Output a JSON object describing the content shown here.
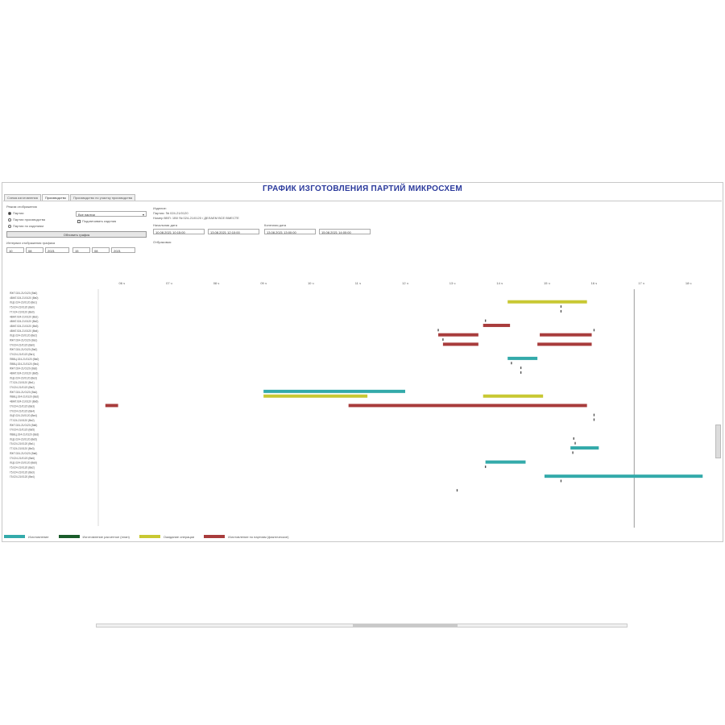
{
  "title": "ГРАФИК ИЗГОТОВЛЕНИЯ ПАРТИЙ МИКРОСХЕМ",
  "tabs": [
    "Схема изготовления",
    "Производство",
    "Производство по участку производства"
  ],
  "left_panel": {
    "group_label": "Режим отображения",
    "radio_options": [
      {
        "label": "Партии",
        "selected": true
      },
      {
        "label": "Партии производства",
        "selected": false
      },
      {
        "label": "Партии по изделиям",
        "selected": false
      }
    ],
    "select_value": "Все партии",
    "checkbox_label": "Подсвечивать изделия",
    "refresh_button": "Обновить график",
    "range_label": "Интервал отображения графика",
    "range_fields": [
      "10",
      "08",
      "2021",
      "15",
      "08",
      "2021"
    ]
  },
  "info_panel": {
    "lines": [
      "Изделие:",
      "Партия: № 024-21/0120",
      "Номер ВВП: 1В0 № 024-21/0120 / ДЕЛАЕМ ВСЕ ВМЕСТЕ"
    ],
    "start_label": "Начальная дата",
    "end_label": "Конечная дата",
    "date_fields": [
      "10.08.2021 10:15:00",
      "13.08.2021 12:10:00",
      "13.08.2021 13:00:00",
      "15.08.2021 14:00:00"
    ],
    "note_label": "Отбраковка:"
  },
  "legend": [
    {
      "label": "Изготовление",
      "color": "#33aaaa"
    },
    {
      "label": "Изготовление расчетное (план)",
      "color": "#1a5c2a"
    },
    {
      "label": "Ожидание операции",
      "color": "#c8c832"
    },
    {
      "label": "Изготовление по партиям (фактическое)",
      "color": "#a83c3c"
    }
  ],
  "chart_data": {
    "type": "gantt",
    "x_ticks": [
      "06 ч",
      "07 ч",
      "08 ч",
      "09 ч",
      "10 ч",
      "11 ч",
      "12 ч",
      "13 ч",
      "14 ч",
      "15 ч",
      "16 ч",
      "17 ч",
      "18 ч"
    ],
    "x_range": [
      0,
      13
    ],
    "current_time_marker": 11.35,
    "rows": [
      "ЯЖТ.024-21/0120 (Вв0)",
      "4ВЖГ.024-21/0120 (Вв0)",
      "ЛЦЕ.024-21/0120 (Вв1)",
      "Г5.024-21/0120 (Вв0)",
      "ГТ.024-21/0120 (Вв0)",
      "4ВЖГ.024-21/0120 (Вв1)",
      "4ВЖГ.024-21/0120 (Вв2)",
      "4ВЖГ.024-21/0120 (Вв3)",
      "4ВЖГ.024-21/0120 (Вв4)",
      "ЛЦЕ.024-21/0120 (Вв2)",
      "ЯЖТ.024-21/0120 (Вв1)",
      "ГЛ.024-21/0120 (Вв0)",
      "ЯЖТ.024-21/0120 (Вв2)",
      "ГЛ.024-21/0120 (Вв1)",
      "ПВВЦ.024-21/0120 (Вв0)",
      "ПВВЦ.024-21/0120 (Вв1)",
      "ЯЖТ.024-21/0120 (Вв3)",
      "4ВЖГ.024-21/0120 (Вв5)",
      "ЛЦЕ.024-21/0120 (Вв3)",
      "ГТ.024-21/0120 (Вв1)",
      "ГЛ.024-21/0120 (Вв2)",
      "ЯЖТ.024-21/0120 (Вв4)",
      "ПВВЦ.024-21/0120 (Вв2)",
      "4ВЖГ.024-21/0120 (Вв6)",
      "ГЛ.024-21/0120 (Вв3)",
      "ГЛ.024-21/0120 (Вв4)",
      "ЛЦЕ.024-21/0120 (Вв4)",
      "ГТ.024-21/0120 (Вв2)",
      "ЯЖТ.024-21/0120 (Вв5)",
      "ГЛ.024-21/0120 (Вв5)",
      "ПВВЦ.024-21/0120 (Вв3)",
      "ЛЦЕ.024-21/0120 (Вв5)",
      "Г5.024-21/0120 (Вв1)",
      "ГТ.024-21/0120 (Вв3)",
      "ЯЖТ.024-21/0120 (Вв6)",
      "ГЛ.024-21/0120 (Вв6)",
      "ЛЦЕ.024-21/0120 (Вв6)",
      "Г5.024-21/0120 (Вв2)",
      "Г5.024-21/0120 (Вв3)",
      "Г5.024-21/0120 (Вв4)"
    ],
    "bars": [
      {
        "row": 2,
        "start": 8.67,
        "end": 10.35,
        "kind": "wait"
      },
      {
        "row": 7,
        "start": 8.15,
        "end": 8.72,
        "kind": "actual"
      },
      {
        "row": 9,
        "start": 7.2,
        "end": 8.05,
        "kind": "actual"
      },
      {
        "row": 9,
        "start": 9.35,
        "end": 10.45,
        "kind": "actual"
      },
      {
        "row": 11,
        "start": 7.3,
        "end": 8.05,
        "kind": "actual"
      },
      {
        "row": 11,
        "start": 9.3,
        "end": 10.45,
        "kind": "actual"
      },
      {
        "row": 14,
        "start": 8.67,
        "end": 9.3,
        "kind": "make"
      },
      {
        "row": 21,
        "start": 3.5,
        "end": 6.5,
        "kind": "make"
      },
      {
        "row": 22,
        "start": 3.5,
        "end": 5.7,
        "kind": "wait"
      },
      {
        "row": 22,
        "start": 8.15,
        "end": 9.42,
        "kind": "wait"
      },
      {
        "row": 24,
        "start": 0.15,
        "end": 0.42,
        "kind": "actual"
      },
      {
        "row": 24,
        "start": 5.3,
        "end": 10.35,
        "kind": "actual"
      },
      {
        "row": 33,
        "start": 10.0,
        "end": 10.6,
        "kind": "make"
      },
      {
        "row": 36,
        "start": 8.2,
        "end": 9.05,
        "kind": "make"
      },
      {
        "row": 39,
        "start": 9.45,
        "end": 12.8,
        "kind": "make"
      }
    ],
    "markers": [
      {
        "row": 3,
        "x": 9.8
      },
      {
        "row": 4,
        "x": 9.8
      },
      {
        "row": 6,
        "x": 8.2
      },
      {
        "row": 8,
        "x": 7.2
      },
      {
        "row": 8,
        "x": 10.5
      },
      {
        "row": 10,
        "x": 7.3
      },
      {
        "row": 15,
        "x": 8.75
      },
      {
        "row": 16,
        "x": 8.95
      },
      {
        "row": 17,
        "x": 8.95
      },
      {
        "row": 26,
        "x": 10.5
      },
      {
        "row": 27,
        "x": 10.5
      },
      {
        "row": 31,
        "x": 10.07
      },
      {
        "row": 32,
        "x": 10.1
      },
      {
        "row": 34,
        "x": 10.05
      },
      {
        "row": 37,
        "x": 8.2
      },
      {
        "row": 40,
        "x": 9.8
      },
      {
        "row": 42,
        "x": 7.6
      }
    ]
  }
}
